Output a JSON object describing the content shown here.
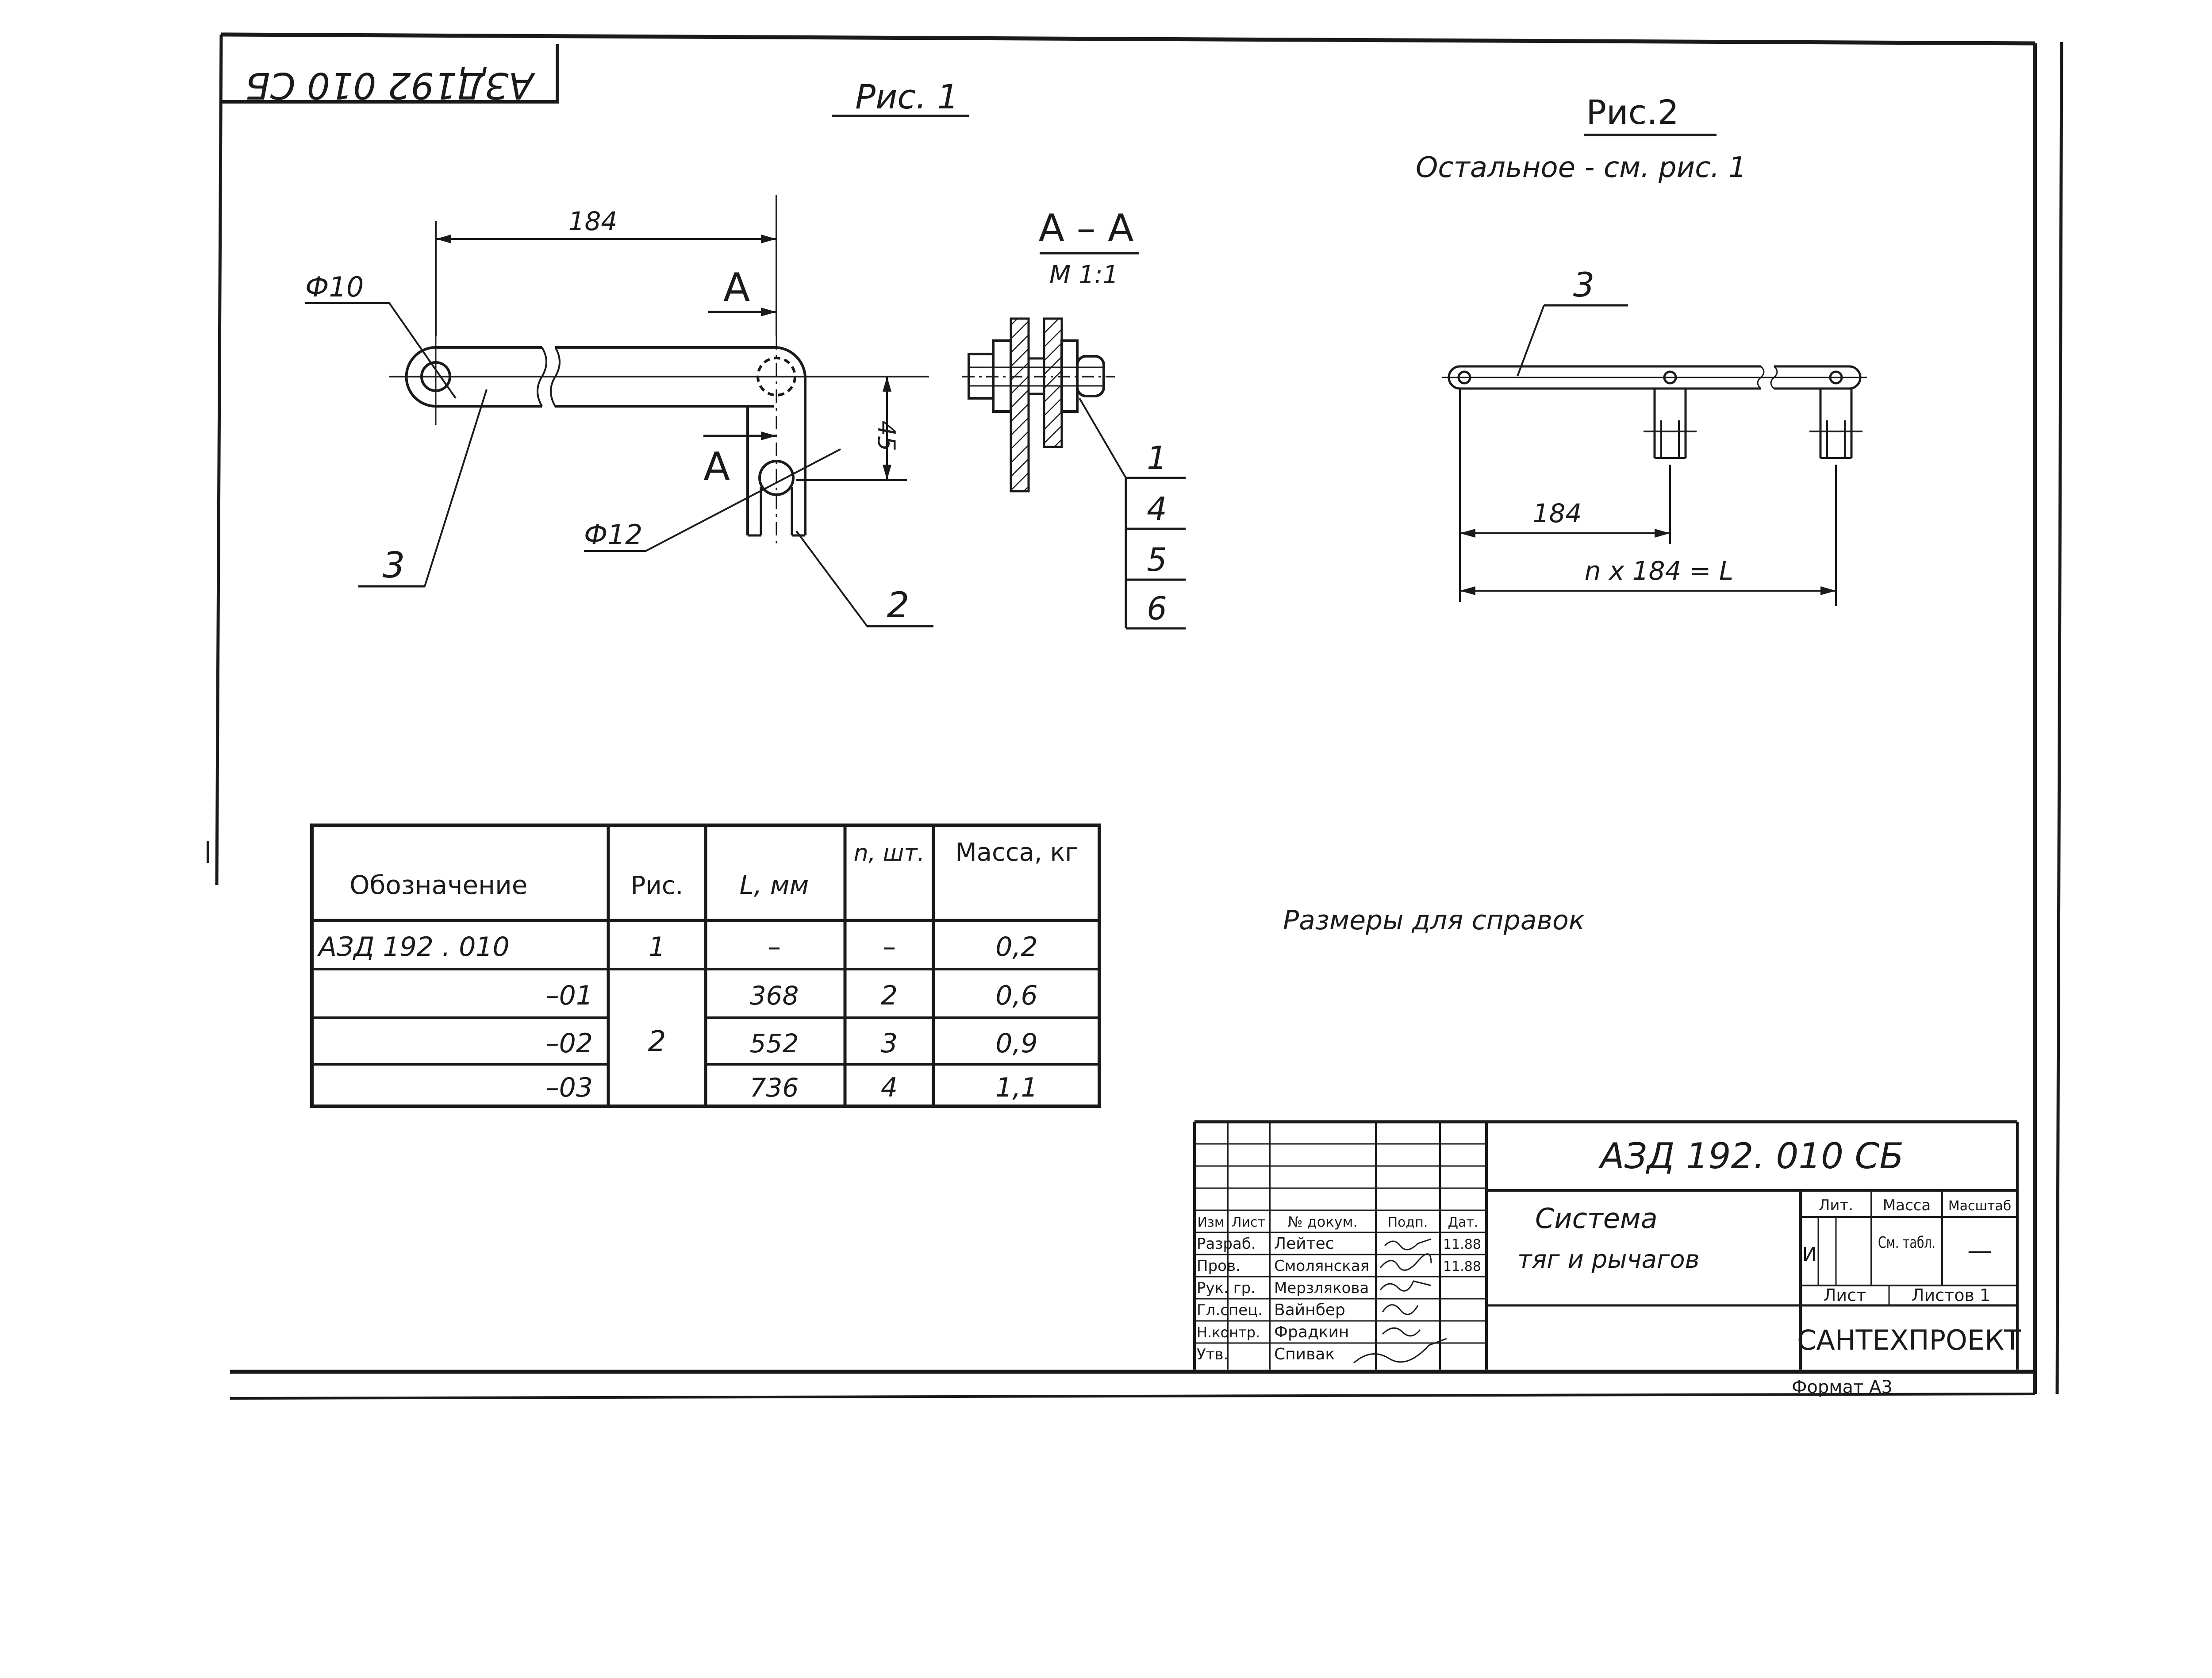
{
  "stamp_code": "АЗД192 010 СБ",
  "fig1": {
    "title": "Рис. 1",
    "dim_length": "184",
    "dim_hole_small": "Ф10",
    "dim_hole_large": "Ф12",
    "dim_offset": "45",
    "section_mark": "А",
    "callout_rod": "3",
    "callout_lever": "2"
  },
  "section": {
    "title": "А – А",
    "scale": "М 1:1",
    "callouts": [
      "1",
      "4",
      "5",
      "6"
    ]
  },
  "fig2": {
    "title": "Рис.2",
    "note": "Остальное -  см. рис. 1",
    "callout_rod": "3",
    "dim_step": "184",
    "dim_total": "n x 184 = L"
  },
  "reference_note": "Размеры для справок",
  "spec_table": {
    "headers": [
      "Обозначение",
      "Рис.",
      "L, мм",
      "n, шт.",
      "Масса, кг"
    ],
    "rows": [
      {
        "designation": "АЗД 192 . 010",
        "figure": "1",
        "length": "–",
        "count": "–",
        "mass": "0,2"
      },
      {
        "designation": "–01",
        "figure": "2",
        "length": "368",
        "count": "2",
        "mass": "0,6"
      },
      {
        "designation": "–02",
        "figure": "",
        "length": "552",
        "count": "3",
        "mass": "0,9"
      },
      {
        "designation": "–03",
        "figure": "",
        "length": "736",
        "count": "4",
        "mass": "1,1"
      }
    ]
  },
  "title_block": {
    "doc_code": "АЗД 192. 010 СБ",
    "title_line1": "Система",
    "title_line2": "тяг  и  рычагов",
    "col_headers": [
      "Изм",
      "Лист",
      "№ докум.",
      "Подп.",
      "Дат."
    ],
    "roles": [
      "Разраб.",
      "Пров.",
      "Рук. гр.",
      "Гл.спец.",
      "Н.контр.",
      "Утв."
    ],
    "names": [
      "Лейтес",
      "Смолянская",
      "Мерзлякова",
      "Вайнбер",
      "Фрадкин",
      "Спивак"
    ],
    "dates": [
      "11.88",
      "11.88"
    ],
    "lit_label": "Лит.",
    "mass_label": "Масса",
    "scale_label": "Масштаб",
    "lit_value": "И",
    "mass_value": "См. табл.",
    "scale_value": "—",
    "sheet_label": "Лист",
    "sheets_label": "Листов 1",
    "organization": "САНТЕХПРОЕКТ",
    "format": "Формат А3"
  }
}
